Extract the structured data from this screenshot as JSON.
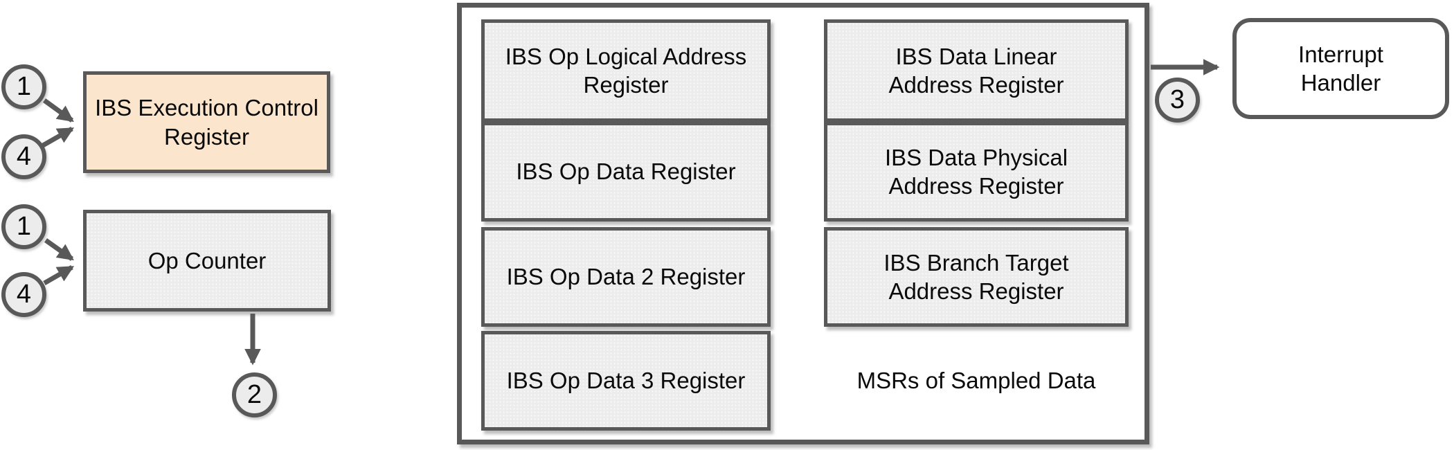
{
  "colors": {
    "border": "#595959",
    "accent_fill": "#fce5cd",
    "gray_fill": "#ececec",
    "background": "#ffffff",
    "text": "#0a0a0a"
  },
  "left_panel": {
    "exec_control_label": "IBS Execution Control\nRegister",
    "op_counter_label": "Op Counter",
    "badges": {
      "exec_in_1": "1",
      "exec_in_4": "4",
      "counter_in_1": "1",
      "counter_in_4": "4",
      "counter_out_2": "2"
    }
  },
  "msr_container": {
    "left_column": [
      "IBS Op Logical Address\nRegister",
      "IBS Op Data Register",
      "IBS Op Data 2 Register",
      "IBS Op Data 3 Register"
    ],
    "right_column": [
      "IBS Data Linear\nAddress Register",
      "IBS Data Physical\nAddress Register",
      "IBS Branch Target\nAddress Register"
    ],
    "caption": "MSRs of Sampled Data"
  },
  "interrupt": {
    "handler_label": "Interrupt\nHandler",
    "badge_3": "3"
  }
}
